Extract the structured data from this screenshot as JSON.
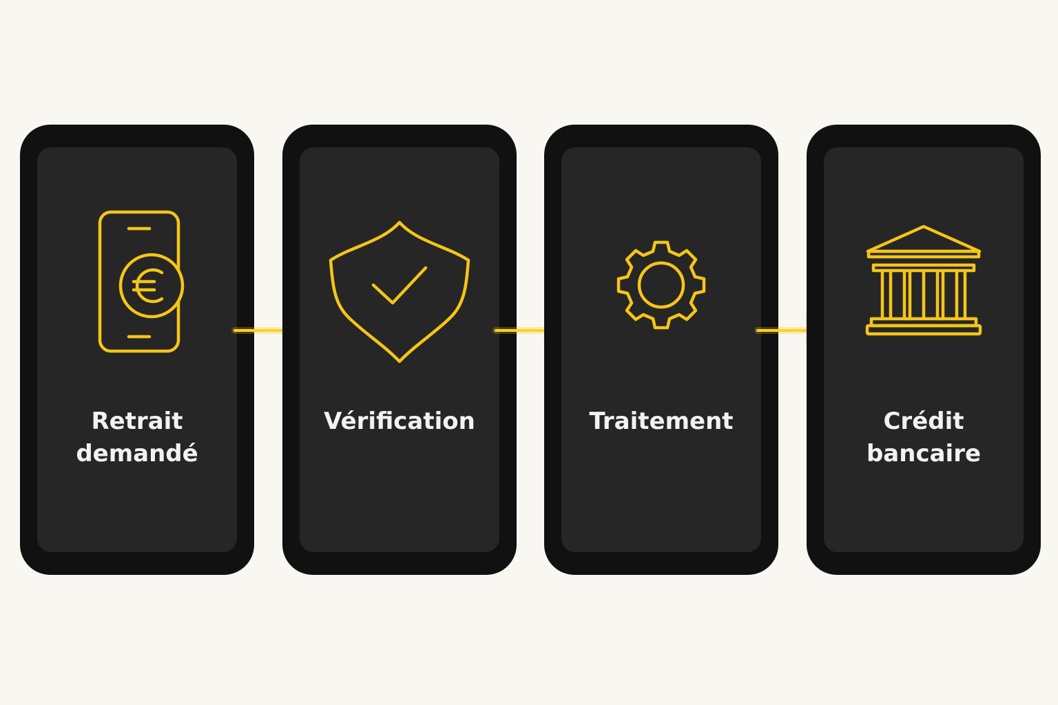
{
  "accent_color": "#f5c518",
  "steps": [
    {
      "label": "Retrait\ndemandé",
      "icon": "phone-euro-icon"
    },
    {
      "label": "Vérification",
      "icon": "shield-check-icon"
    },
    {
      "label": "Traitement",
      "icon": "gear-icon"
    },
    {
      "label": "Crédit\nbancaire",
      "icon": "bank-icon"
    }
  ],
  "connectors": [
    "arrow-right-icon",
    "arrow-right-icon",
    "arrow-right-icon"
  ]
}
